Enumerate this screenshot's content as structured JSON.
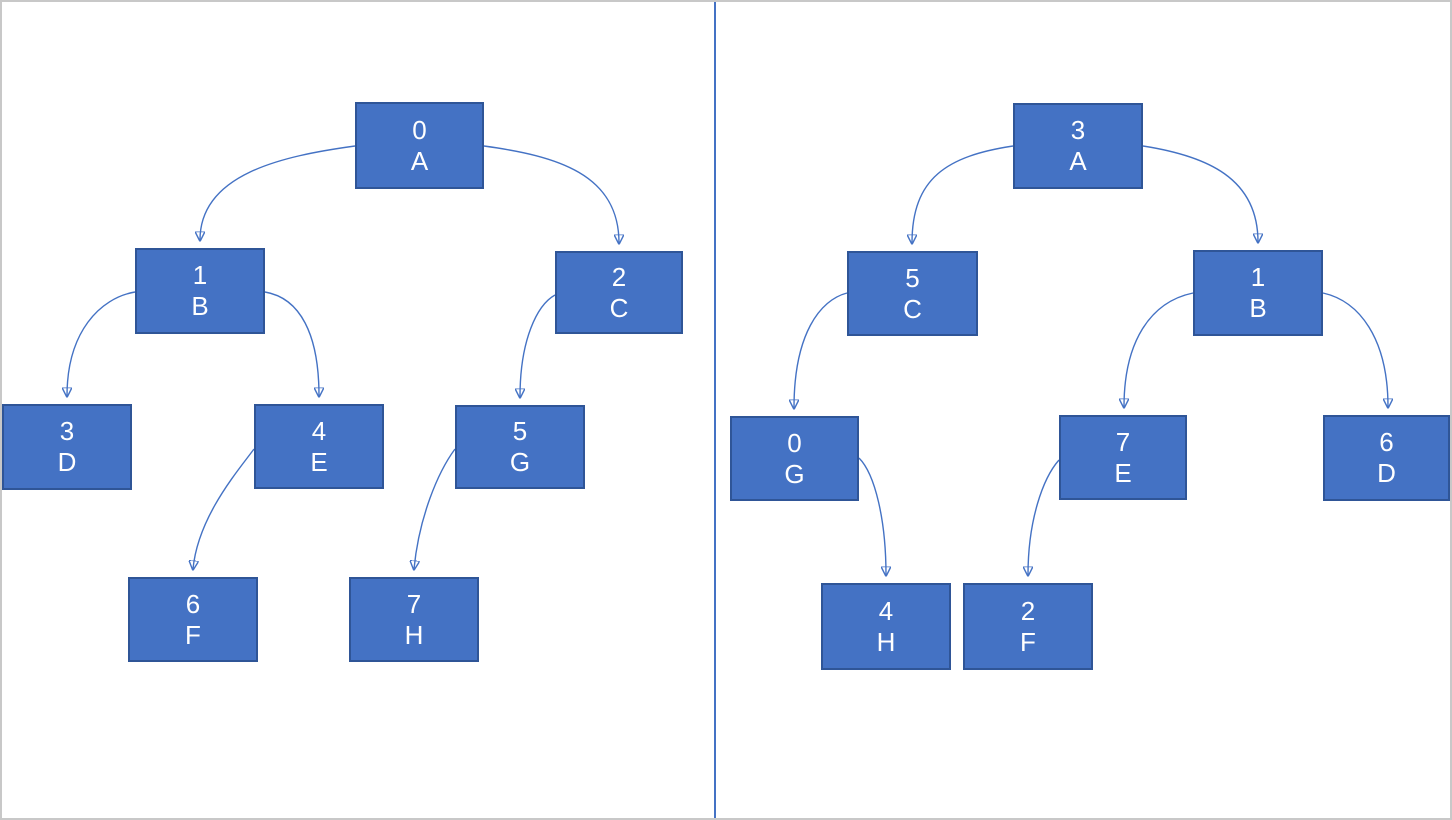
{
  "colors": {
    "node_fill": "#4472C4",
    "node_border": "#2F5597",
    "edge": "#4472C4",
    "divider": "#4472C4",
    "frame": "#C8C8C8",
    "node_text": "#FFFFFF"
  },
  "left_tree": {
    "nodes": [
      {
        "key": "0",
        "label": "A"
      },
      {
        "key": "1",
        "label": "B"
      },
      {
        "key": "2",
        "label": "C"
      },
      {
        "key": "3",
        "label": "D"
      },
      {
        "key": "4",
        "label": "E"
      },
      {
        "key": "5",
        "label": "G"
      },
      {
        "key": "6",
        "label": "F"
      },
      {
        "key": "7",
        "label": "H"
      }
    ],
    "edges": [
      [
        "A",
        "B"
      ],
      [
        "A",
        "C"
      ],
      [
        "B",
        "D"
      ],
      [
        "B",
        "E"
      ],
      [
        "C",
        "G"
      ],
      [
        "E",
        "F"
      ],
      [
        "G",
        "H"
      ]
    ]
  },
  "right_tree": {
    "nodes": [
      {
        "key": "3",
        "label": "A"
      },
      {
        "key": "5",
        "label": "C"
      },
      {
        "key": "1",
        "label": "B"
      },
      {
        "key": "0",
        "label": "G"
      },
      {
        "key": "7",
        "label": "E"
      },
      {
        "key": "6",
        "label": "D"
      },
      {
        "key": "4",
        "label": "H"
      },
      {
        "key": "2",
        "label": "F"
      }
    ],
    "edges": [
      [
        "A",
        "C"
      ],
      [
        "A",
        "B"
      ],
      [
        "C",
        "G"
      ],
      [
        "B",
        "E"
      ],
      [
        "B",
        "D"
      ],
      [
        "G",
        "H"
      ],
      [
        "E",
        "F"
      ]
    ]
  }
}
